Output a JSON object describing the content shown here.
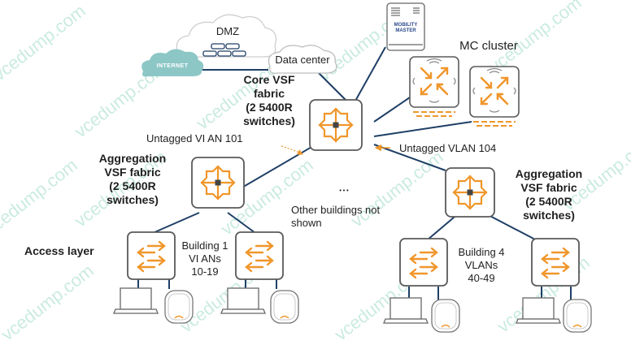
{
  "colors": {
    "link": "#1f3f66",
    "accent": "#f0962a",
    "box_border": "#5a5a5a",
    "internet_cloud": "#8cc7c6",
    "watermark": "#9fdcc6"
  },
  "clouds": {
    "internet": "INTERNET",
    "dmz": "DMZ",
    "data_center": "Data center"
  },
  "devices": {
    "mobility_master": {
      "line1": "MOBILITY",
      "line2": "MASTER",
      "icon": "server-icon"
    },
    "mc_cluster": {
      "label": "MC cluster",
      "icon": "wireless-controller-icon"
    },
    "core": {
      "label_lines": [
        "Core VSF",
        "fabric",
        "(2 5400R",
        "switches)"
      ],
      "icon": "core-switch-icon"
    },
    "agg_left": {
      "label_lines": [
        "Aggregation",
        "VSF fabric",
        "(2 5400R",
        "switches)"
      ],
      "icon": "aggregation-switch-icon"
    },
    "agg_right": {
      "label_lines": [
        "Aggregation",
        "VSF fabric",
        "(2 5400R",
        "switches)"
      ],
      "icon": "aggregation-switch-icon"
    },
    "access_layer_label": "Access layer"
  },
  "links": {
    "left_vlan": "Untagged VI AN 101",
    "right_vlan": "Untagged VLAN 104"
  },
  "buildings": {
    "building1": [
      "Building 1",
      "VI ANs",
      "10-19"
    ],
    "building4": [
      "Building 4",
      "VLANs",
      "40-49"
    ],
    "other": {
      "ellipsis": "• • •",
      "line1": "Other buildings not",
      "line2": "shown"
    }
  },
  "watermark_text": "vcedump.com"
}
